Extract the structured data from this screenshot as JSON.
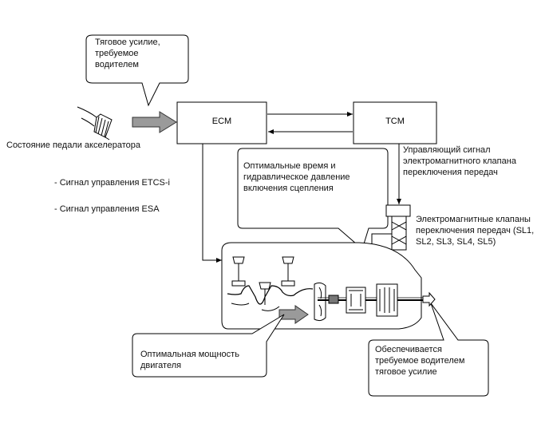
{
  "ecm_label": "ECM",
  "tcm_label": "TCM",
  "callout_driver": [
    "Тяговое усилие,",
    "требуемое",
    "водителем"
  ],
  "pedal_label": "Состояние педали акселератора",
  "signal_etcs": "- Сигнал управления ETCS-i",
  "signal_esa": "- Сигнал управления ESA",
  "tcm_signal": [
    "Управляющий сигнал",
    "электромагнитного клапана",
    "переключения передач"
  ],
  "callout_clutch": [
    "Оптимальные время и",
    "гидравлическое давление",
    "включения сцепления"
  ],
  "solenoids": [
    "Электромагнитные клапаны",
    "переключения передач (SL1,",
    "SL2, SL3, SL4, SL5)"
  ],
  "callout_engine": [
    "Оптимальная мощность",
    "двигателя"
  ],
  "callout_output": [
    "Обеспечивается",
    "требуемое водителем",
    "тяговое усилие"
  ]
}
